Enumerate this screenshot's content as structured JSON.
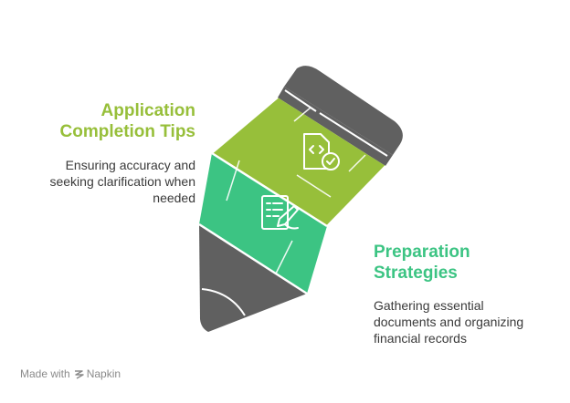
{
  "sections": [
    {
      "title_line1": "Application",
      "title_line2": "Completion Tips",
      "description_line1": "Ensuring accuracy and",
      "description_line2": "seeking clarification when",
      "description_line3": "needed",
      "color": "#97BF3A",
      "icon": "code-document-check-icon"
    },
    {
      "title_line1": "Preparation",
      "title_line2": "Strategies",
      "description_line1": "Gathering essential",
      "description_line2": "documents and organizing",
      "description_line3": "financial records",
      "color": "#3CC483",
      "icon": "signed-document-icon"
    }
  ],
  "colors": {
    "pencil_body": "#606060",
    "green_light": "#97BF3A",
    "green_dark": "#3CC483",
    "background": "#ffffff"
  },
  "footer": {
    "made_with": "Made with",
    "brand": "Napkin"
  }
}
